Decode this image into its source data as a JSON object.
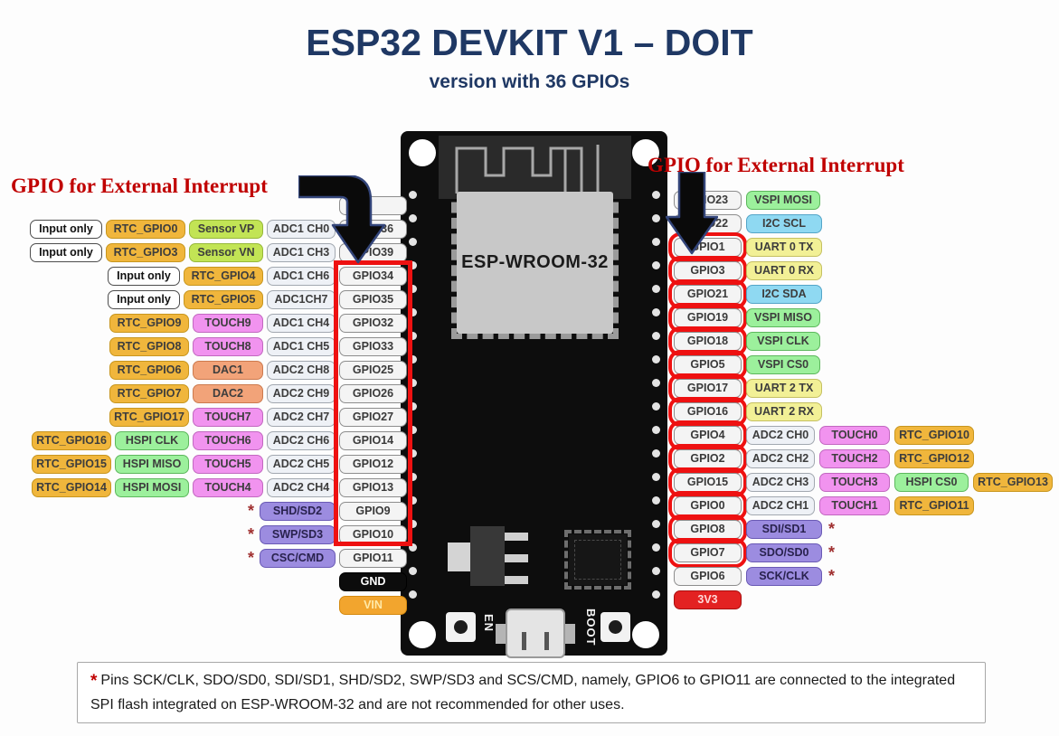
{
  "title": {
    "main": "ESP32 DEVKIT V1 – DOIT",
    "sub": "version with 36 GPIOs"
  },
  "annotations": {
    "left": "GPIO for External Interrupt",
    "right": "GPIO for External Interrupt"
  },
  "board": {
    "module_label": "ESP-WROOM-32",
    "en_label": "EN",
    "boot_label": "BOOT"
  },
  "colors": {
    "title_navy": "#1f3864",
    "annotation_red": "#c00000",
    "highlight_red": "#ee1111",
    "rtc_gold": "#f0b63c",
    "sensor_green": "#c2e455",
    "adc_gray": "#eef1f6",
    "gpio_white": "#f4f4f4",
    "touch_violet": "#f193ef",
    "dac_salmon": "#f2a379",
    "spi_green": "#9cf09c",
    "i2c_blue": "#8fd9f2",
    "uart_yellow": "#f2f096",
    "flash_purple": "#9c8ce0",
    "gnd_black": "#0c0c0c",
    "vin_orange": "#f2a52e",
    "v33_red": "#e32222",
    "board_black": "#0d0d0d",
    "module_gray": "#c8c8c8"
  },
  "left_rows": [
    {
      "pins": [
        {
          "label": "",
          "type": "gpio"
        }
      ]
    },
    {
      "pins": [
        {
          "label": "Input only",
          "type": "plain"
        },
        {
          "label": "RTC_GPIO0",
          "type": "rtc"
        },
        {
          "label": "Sensor VP",
          "type": "sensor"
        },
        {
          "label": "ADC1 CH0",
          "type": "adc"
        },
        {
          "label": "GPIO36",
          "type": "gpio"
        }
      ]
    },
    {
      "pins": [
        {
          "label": "Input only",
          "type": "plain"
        },
        {
          "label": "RTC_GPIO3",
          "type": "rtc"
        },
        {
          "label": "Sensor VN",
          "type": "sensor"
        },
        {
          "label": "ADC1 CH3",
          "type": "adc"
        },
        {
          "label": "GPIO39",
          "type": "gpio"
        }
      ]
    },
    {
      "pins": [
        {
          "label": "Input only",
          "type": "plain"
        },
        {
          "label": "RTC_GPIO4",
          "type": "rtc"
        },
        {
          "label": "ADC1 CH6",
          "type": "adc"
        },
        {
          "label": "GPIO34",
          "type": "gpio"
        }
      ]
    },
    {
      "pins": [
        {
          "label": "Input only",
          "type": "plain"
        },
        {
          "label": "RTC_GPIO5",
          "type": "rtc"
        },
        {
          "label": "ADC1CH7",
          "type": "adc"
        },
        {
          "label": "GPIO35",
          "type": "gpio"
        }
      ]
    },
    {
      "pins": [
        {
          "label": "RTC_GPIO9",
          "type": "rtc"
        },
        {
          "label": "TOUCH9",
          "type": "touch"
        },
        {
          "label": "ADC1 CH4",
          "type": "adc"
        },
        {
          "label": "GPIO32",
          "type": "gpio"
        }
      ]
    },
    {
      "pins": [
        {
          "label": "RTC_GPIO8",
          "type": "rtc"
        },
        {
          "label": "TOUCH8",
          "type": "touch"
        },
        {
          "label": "ADC1 CH5",
          "type": "adc"
        },
        {
          "label": "GPIO33",
          "type": "gpio"
        }
      ]
    },
    {
      "pins": [
        {
          "label": "RTC_GPIO6",
          "type": "rtc"
        },
        {
          "label": "DAC1",
          "type": "dac"
        },
        {
          "label": "ADC2 CH8",
          "type": "adc"
        },
        {
          "label": "GPIO25",
          "type": "gpio"
        }
      ]
    },
    {
      "pins": [
        {
          "label": "RTC_GPIO7",
          "type": "rtc"
        },
        {
          "label": "DAC2",
          "type": "dac"
        },
        {
          "label": "ADC2 CH9",
          "type": "adc"
        },
        {
          "label": "GPIO26",
          "type": "gpio"
        }
      ]
    },
    {
      "pins": [
        {
          "label": "RTC_GPIO17",
          "type": "rtc"
        },
        {
          "label": "TOUCH7",
          "type": "touch"
        },
        {
          "label": "ADC2 CH7",
          "type": "adc"
        },
        {
          "label": "GPIO27",
          "type": "gpio"
        }
      ]
    },
    {
      "pins": [
        {
          "label": "RTC_GPIO16",
          "type": "rtc"
        },
        {
          "label": "HSPI CLK",
          "type": "green"
        },
        {
          "label": "TOUCH6",
          "type": "touch"
        },
        {
          "label": "ADC2 CH6",
          "type": "adc"
        },
        {
          "label": "GPIO14",
          "type": "gpio"
        }
      ]
    },
    {
      "pins": [
        {
          "label": "RTC_GPIO15",
          "type": "rtc"
        },
        {
          "label": "HSPI MISO",
          "type": "green"
        },
        {
          "label": "TOUCH5",
          "type": "touch"
        },
        {
          "label": "ADC2 CH5",
          "type": "adc"
        },
        {
          "label": "GPIO12",
          "type": "gpio"
        }
      ]
    },
    {
      "pins": [
        {
          "label": "RTC_GPIO14",
          "type": "rtc"
        },
        {
          "label": "HSPI MOSI",
          "type": "green"
        },
        {
          "label": "TOUCH4",
          "type": "touch"
        },
        {
          "label": "ADC2 CH4",
          "type": "adc"
        },
        {
          "label": "GPIO13",
          "type": "gpio"
        }
      ]
    },
    {
      "pins": [
        {
          "label": "*",
          "type": "star"
        },
        {
          "label": "SHD/SD2",
          "type": "sd"
        },
        {
          "label": "GPIO9",
          "type": "gpio"
        }
      ]
    },
    {
      "pins": [
        {
          "label": "*",
          "type": "star"
        },
        {
          "label": "SWP/SD3",
          "type": "sd"
        },
        {
          "label": "GPIO10",
          "type": "gpio"
        }
      ]
    },
    {
      "pins": [
        {
          "label": "*",
          "type": "star"
        },
        {
          "label": "CSC/CMD",
          "type": "sd"
        },
        {
          "label": "GPIO11",
          "type": "gpio"
        }
      ]
    },
    {
      "pins": [
        {
          "label": "GND",
          "type": "gnd"
        }
      ]
    },
    {
      "pins": [
        {
          "label": "VIN",
          "type": "vin"
        }
      ]
    }
  ],
  "right_rows": [
    {
      "pins": [
        {
          "label": "GPIO23",
          "type": "gpio"
        },
        {
          "label": "VSPI MOSI",
          "type": "green"
        }
      ]
    },
    {
      "pins": [
        {
          "label": "GPIO22",
          "type": "gpio"
        },
        {
          "label": "I2C SCL",
          "type": "blue"
        }
      ]
    },
    {
      "pins": [
        {
          "label": "GPIO1",
          "type": "gpio",
          "irq": true
        },
        {
          "label": "UART 0 TX",
          "type": "yellow"
        }
      ]
    },
    {
      "pins": [
        {
          "label": "GPIO3",
          "type": "gpio",
          "irq": true
        },
        {
          "label": "UART 0 RX",
          "type": "yellow"
        }
      ]
    },
    {
      "pins": [
        {
          "label": "GPIO21",
          "type": "gpio",
          "irq": true
        },
        {
          "label": "I2C SDA",
          "type": "blue"
        }
      ]
    },
    {
      "pins": [
        {
          "label": "GPIO19",
          "type": "gpio",
          "irq": true
        },
        {
          "label": "VSPI MISO",
          "type": "green"
        }
      ]
    },
    {
      "pins": [
        {
          "label": "GPIO18",
          "type": "gpio",
          "irq": true
        },
        {
          "label": "VSPI CLK",
          "type": "green"
        }
      ]
    },
    {
      "pins": [
        {
          "label": "GPIO5",
          "type": "gpio",
          "irq": true
        },
        {
          "label": "VSPI CS0",
          "type": "green"
        }
      ]
    },
    {
      "pins": [
        {
          "label": "GPIO17",
          "type": "gpio",
          "irq": true
        },
        {
          "label": "UART 2 TX",
          "type": "yellow"
        }
      ]
    },
    {
      "pins": [
        {
          "label": "GPIO16",
          "type": "gpio",
          "irq": true
        },
        {
          "label": "UART 2 RX",
          "type": "yellow"
        }
      ]
    },
    {
      "pins": [
        {
          "label": "GPIO4",
          "type": "gpio",
          "irq": true
        },
        {
          "label": "ADC2 CH0",
          "type": "adc"
        },
        {
          "label": "TOUCH0",
          "type": "touch"
        },
        {
          "label": "RTC_GPIO10",
          "type": "rtc"
        }
      ]
    },
    {
      "pins": [
        {
          "label": "GPIO2",
          "type": "gpio",
          "irq": true
        },
        {
          "label": "ADC2 CH2",
          "type": "adc"
        },
        {
          "label": "TOUCH2",
          "type": "touch"
        },
        {
          "label": "RTC_GPIO12",
          "type": "rtc"
        }
      ]
    },
    {
      "pins": [
        {
          "label": "GPIO15",
          "type": "gpio",
          "irq": true
        },
        {
          "label": "ADC2 CH3",
          "type": "adc"
        },
        {
          "label": "TOUCH3",
          "type": "touch"
        },
        {
          "label": "HSPI CS0",
          "type": "green"
        },
        {
          "label": "RTC_GPIO13",
          "type": "rtc"
        }
      ]
    },
    {
      "pins": [
        {
          "label": "GPIO0",
          "type": "gpio",
          "irq": true
        },
        {
          "label": "ADC2 CH1",
          "type": "adc"
        },
        {
          "label": "TOUCH1",
          "type": "touch"
        },
        {
          "label": "RTC_GPIO11",
          "type": "rtc"
        }
      ]
    },
    {
      "pins": [
        {
          "label": "GPIO8",
          "type": "gpio",
          "irq": true
        },
        {
          "label": "SDI/SD1",
          "type": "sd"
        },
        {
          "label": "*",
          "type": "star"
        }
      ]
    },
    {
      "pins": [
        {
          "label": "GPIO7",
          "type": "gpio",
          "irq": true
        },
        {
          "label": "SDO/SD0",
          "type": "sd"
        },
        {
          "label": "*",
          "type": "star"
        }
      ]
    },
    {
      "pins": [
        {
          "label": "GPIO6",
          "type": "gpio"
        },
        {
          "label": "SCK/CLK",
          "type": "sd"
        },
        {
          "label": "*",
          "type": "star"
        }
      ]
    },
    {
      "pins": [
        {
          "label": "3V3",
          "type": "v33"
        }
      ]
    }
  ],
  "footnote": {
    "star": "*",
    "text": "Pins SCK/CLK, SDO/SD0, SDI/SD1, SHD/SD2, SWP/SD3 and SCS/CMD, namely, GPIO6 to GPIO11 are connected to the integrated SPI flash integrated on ESP-WROOM-32 and are not recommended for other uses."
  }
}
